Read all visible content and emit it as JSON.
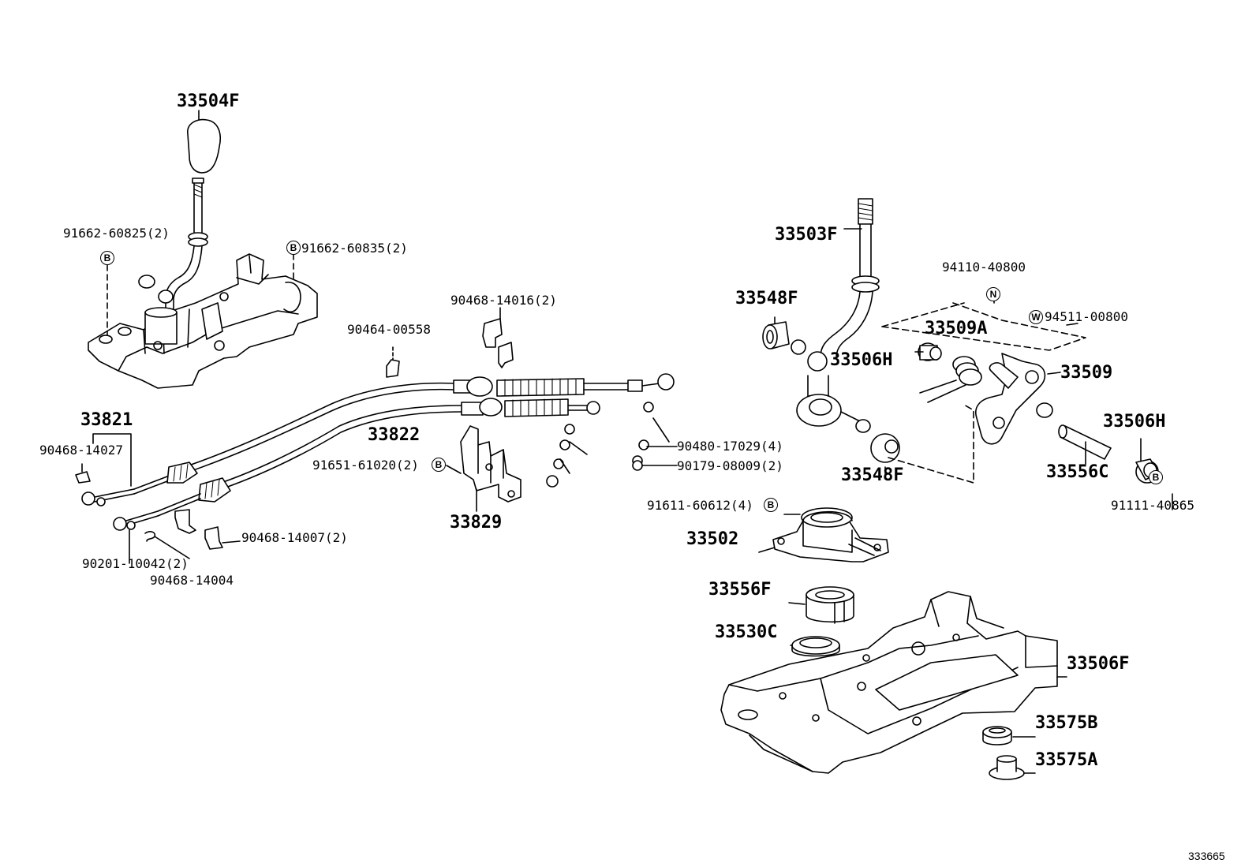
{
  "parts": {
    "p33504F": "33504F",
    "p91662_60825": "91662-60825(2)",
    "p91662_60835": "91662-60835(2)",
    "p90468_14016": "90468-14016(2)",
    "p90464_00558": "90464-00558",
    "p33821": "33821",
    "p90468_14027": "90468-14027",
    "p33822": "33822",
    "p91651_61020": "91651-61020(2)",
    "p33829": "33829",
    "p90480_17029": "90480-17029(4)",
    "p90179_08009": "90179-08009(2)",
    "p90468_14007": "90468-14007(2)",
    "p90201_10042": "90201-10042(2)",
    "p90468_14004": "90468-14004",
    "p33503F": "33503F",
    "p94110_40800": "94110-40800",
    "p94511_00800": "94511-00800",
    "p33548F_top": "33548F",
    "p33509A": "33509A",
    "p33506H_left": "33506H",
    "p33509": "33509",
    "p33506H_right": "33506H",
    "p33548F_bottom": "33548F",
    "p33556C": "33556C",
    "p91111_40865": "91111-40865",
    "p91611_60612": "91611-60612(4)",
    "p33502": "33502",
    "p33556F": "33556F",
    "p33530C": "33530C",
    "p33506F": "33506F",
    "p33575B": "33575B",
    "p33575A": "33575A"
  },
  "symbols": {
    "B": "B",
    "N": "N",
    "W": "W"
  },
  "diagram_ref": "333665"
}
